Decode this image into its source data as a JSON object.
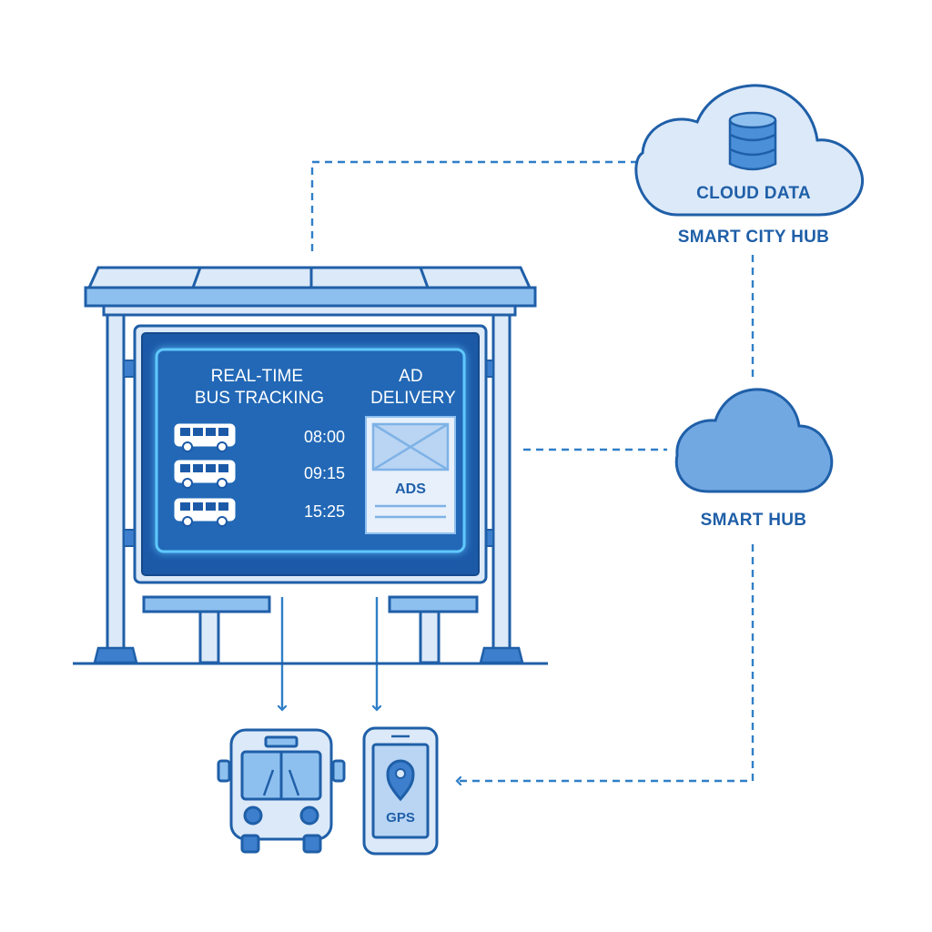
{
  "cloud_data": {
    "title": "CLOUD DATA",
    "caption": "SMART CITY HUB",
    "icon": "database-icon"
  },
  "smart_hub": {
    "caption": "SMART HUB",
    "icon": "cloud-icon"
  },
  "screen": {
    "tracking_title": [
      "REAL-TIME",
      "BUS TRACKING"
    ],
    "ad_title": [
      "AD",
      "DELIVERY"
    ],
    "departures": [
      "08:00",
      "09:15",
      "15:25"
    ],
    "ad_label": "ADS"
  },
  "devices": {
    "gps_label": "GPS"
  },
  "colors": {
    "primary": "#1f5fa8",
    "light": "#dce9f8",
    "screen": "#1c5aa8",
    "glow": "#5ec8ff",
    "line": "#2f7fc8"
  }
}
